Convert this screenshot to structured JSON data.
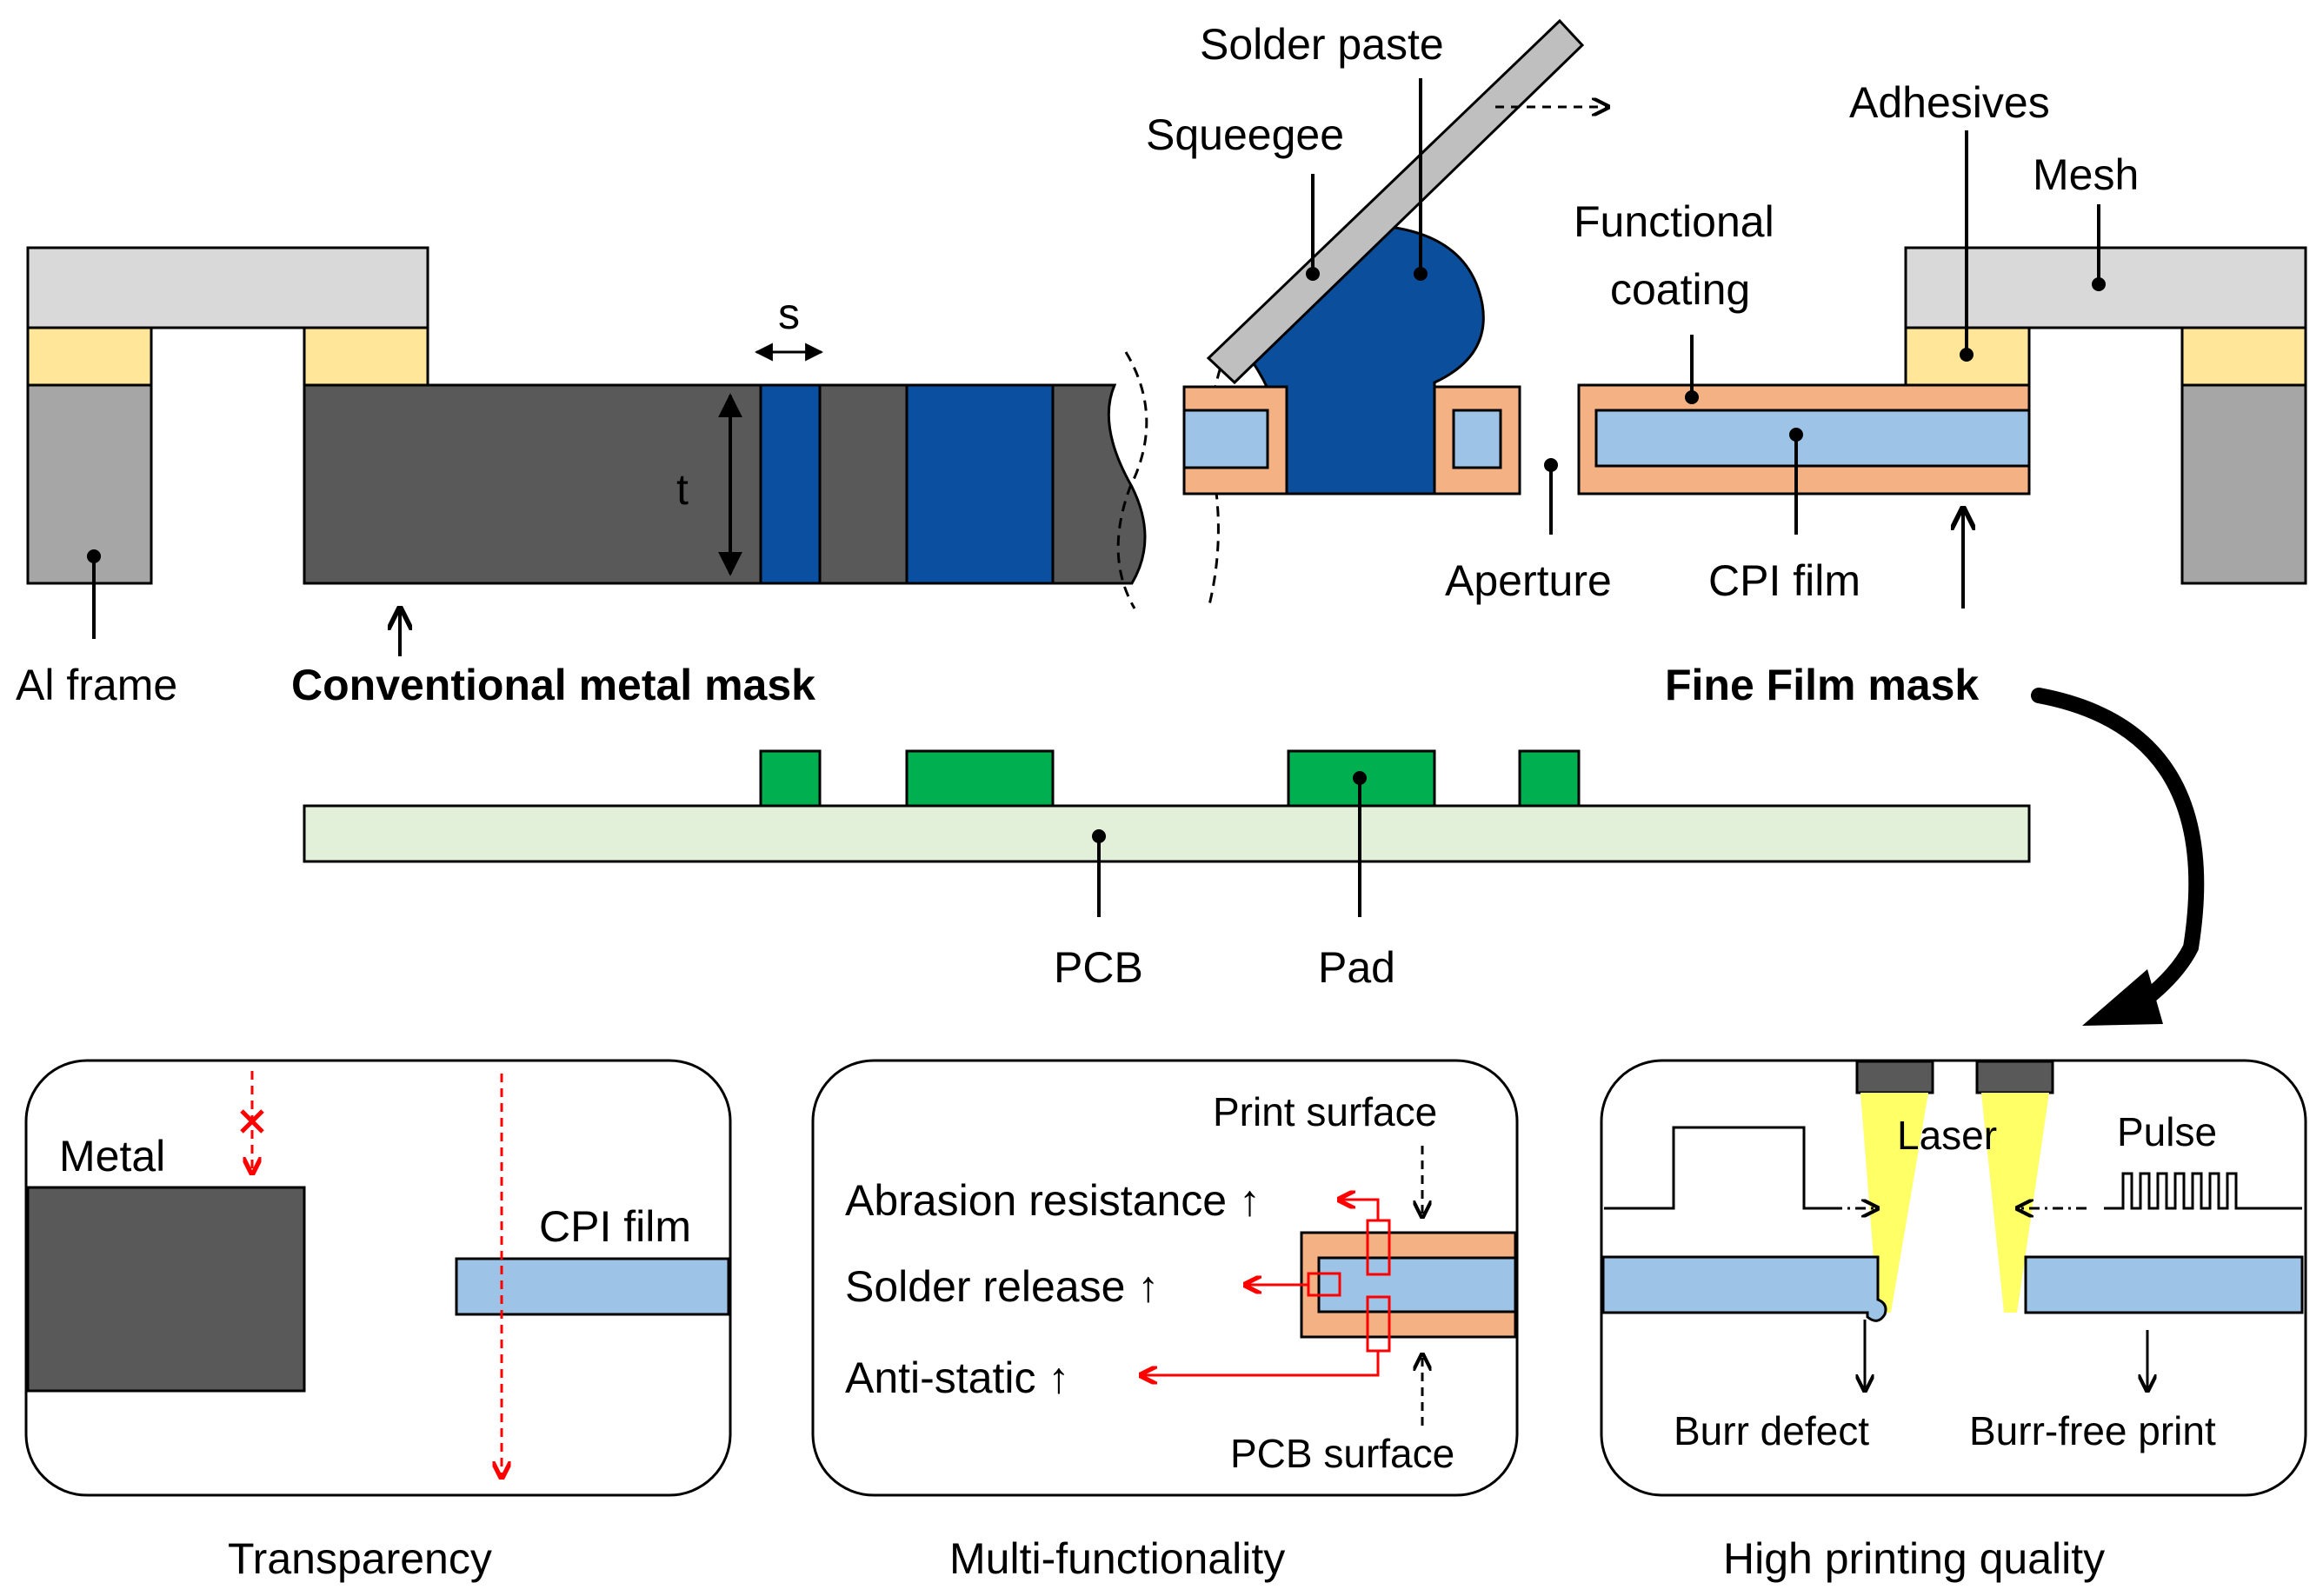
{
  "labels": {
    "solder_paste": "Solder paste",
    "squeegee": "Squeegee",
    "adhesives": "Adhesives",
    "mesh": "Mesh",
    "functional_coating_line1": "Functional",
    "functional_coating_line2": "coating",
    "s": "s",
    "t": "t",
    "aperture": "Aperture",
    "cpi_film": "CPI film",
    "al_frame": "Al frame",
    "conventional_metal_mask": "Conventional metal mask",
    "fine_film_mask": "Fine Film mask",
    "pcb": "PCB",
    "pad": "Pad"
  },
  "panels": {
    "transparency": {
      "caption": "Transparency",
      "metal": "Metal",
      "cpi_film": "CPI film"
    },
    "multifunctionality": {
      "caption": "Multi-functionality",
      "print_surface": "Print surface",
      "pcb_surface": "PCB surface",
      "abrasion": "Abrasion resistance ↑",
      "solder_release": "Solder release ↑",
      "anti_static": "Anti-static ↑"
    },
    "quality": {
      "caption": "High printing quality",
      "laser": "Laser",
      "pulse": "Pulse",
      "burr_defect": "Burr defect",
      "burr_free": "Burr-free print"
    }
  },
  "colors": {
    "frame_gray": "#a6a6a6",
    "mesh_gray": "#d9d9d9",
    "adhesive_yellow": "#ffe699",
    "metal_dark": "#595959",
    "solder_blue": "#0b4f9c",
    "aperture_blue": "#0a4fa0",
    "cpi_blue": "#9dc3e6",
    "coating_orange": "#f4b183",
    "pcb_green": "#e2f0d9",
    "pad_green": "#00b050",
    "laser_yellow": "#ffff66",
    "red": "#ff0000"
  }
}
